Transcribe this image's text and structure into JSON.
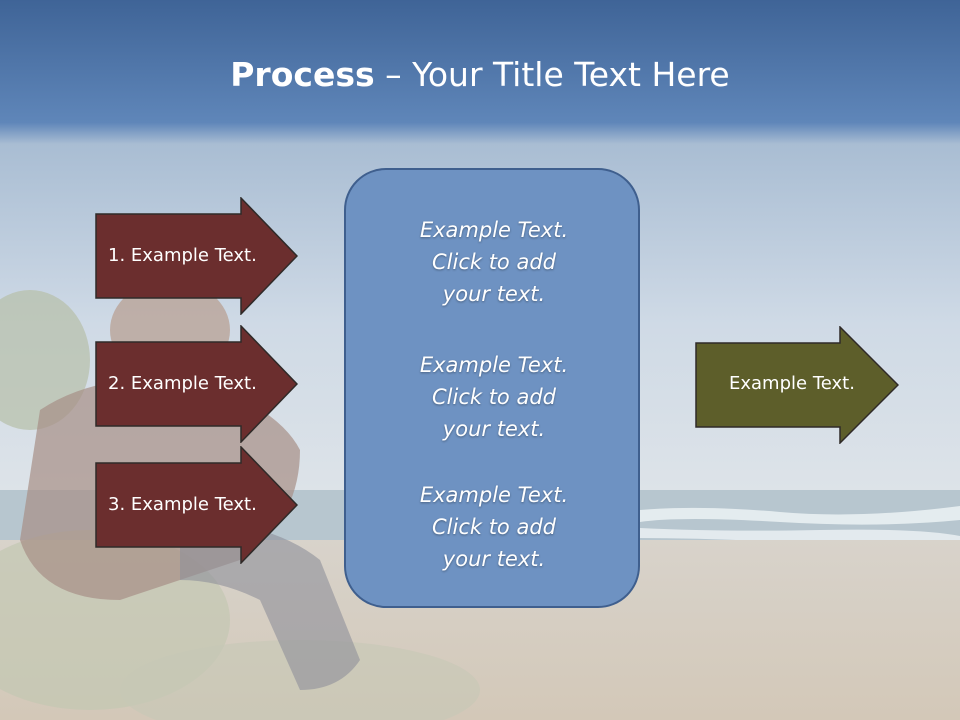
{
  "title": {
    "bold": "Process",
    "rest": " – Your Title Text Here"
  },
  "left_arrows": [
    {
      "label": "1. Example Text."
    },
    {
      "label": "2. Example Text."
    },
    {
      "label": "3. Example Text."
    }
  ],
  "center_panel": {
    "paragraphs": [
      {
        "line1": "Example Text.",
        "line2": "Click  to add",
        "line3": "your text."
      },
      {
        "line1": "Example Text.",
        "line2": "Click  to add",
        "line3": "your text."
      },
      {
        "line1": "Example Text.",
        "line2": "Click  to add",
        "line3": "your text."
      }
    ]
  },
  "right_arrow": {
    "label": "Example Text."
  },
  "colors": {
    "title_band": "#4e73a6",
    "left_arrow_fill": "#6b2e2e",
    "right_arrow_fill": "#5d5e2a",
    "panel_fill": "#6e92c2"
  }
}
